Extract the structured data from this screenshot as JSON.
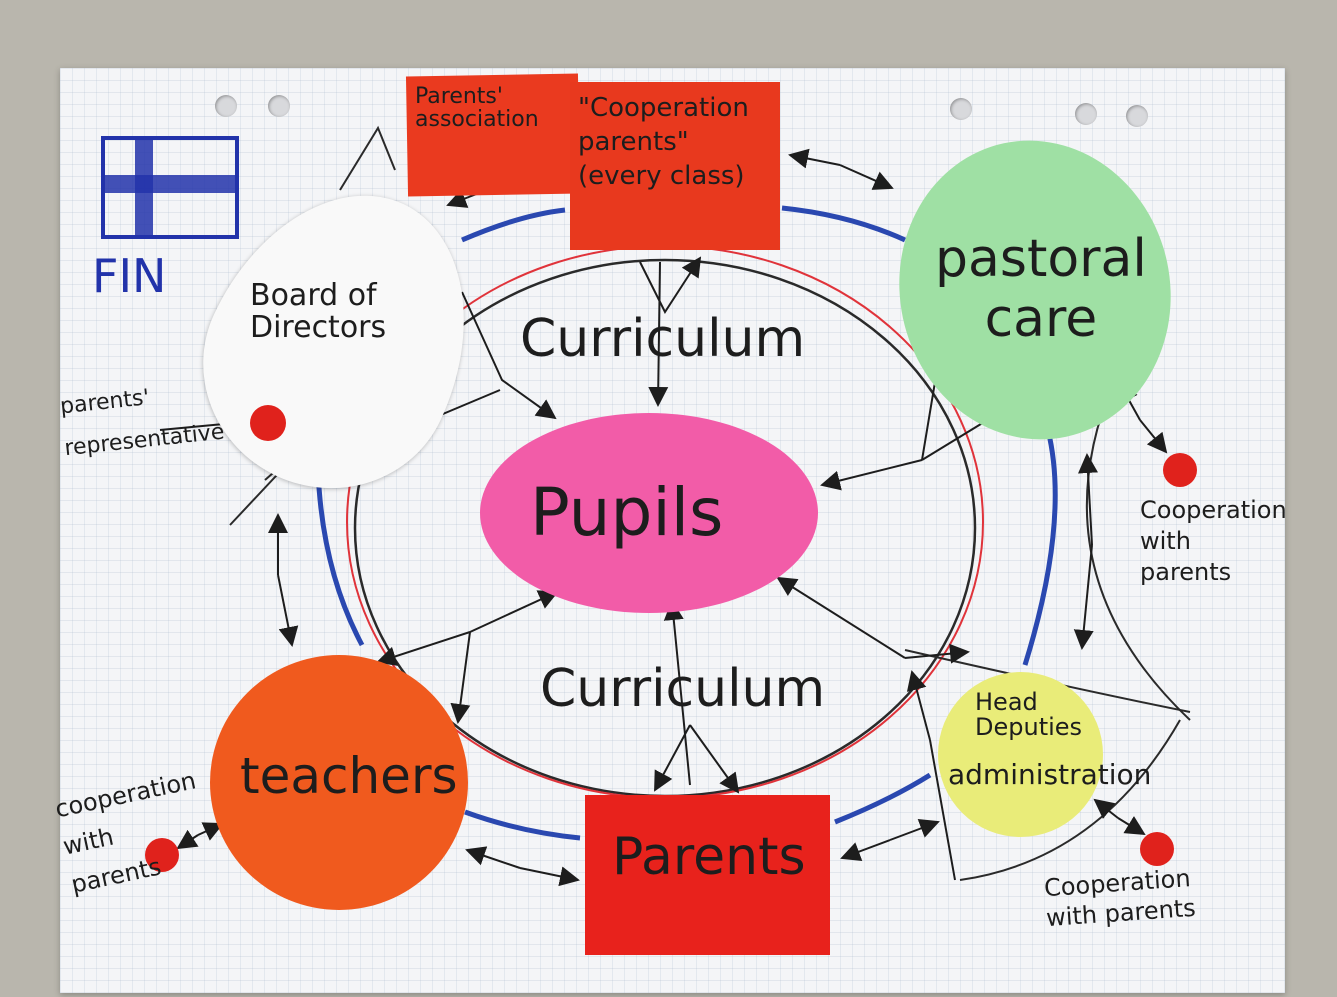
{
  "country": "FIN",
  "nodes": {
    "parents_association": "Parents'\nassociation",
    "cooperation_parents": "\"Cooperation\nparents\"\n(every class)",
    "pastoral_care": "pastoral\ncare",
    "board": "Board of\nDirectors",
    "pupils": "Pupils",
    "teachers": "teachers",
    "parents": "Parents",
    "admin_head": "Head\nDeputies",
    "admin": "administration"
  },
  "labels": {
    "curriculum_top": "Curriculum",
    "curriculum_bottom": "Curriculum",
    "parents_rep": "parents'\nrepresentative",
    "coop_right": "Cooperation\nwith\nparents",
    "coop_left": "cooperation\nwith\nparents",
    "coop_bottom": "Cooperation\nwith parents"
  },
  "colors": {
    "pupils": "#f25ca8",
    "pastoral": "#9fe0a4",
    "teachers": "#f05a1e",
    "parents": "#e8221c",
    "sticky": "#ea3a1f",
    "admin": "#e9ec79",
    "board": "#f9f9f9",
    "flag": "#2233aa",
    "dot": "#e0221c",
    "ink_blue": "#2a48b0",
    "ink_red": "#e0333a"
  }
}
